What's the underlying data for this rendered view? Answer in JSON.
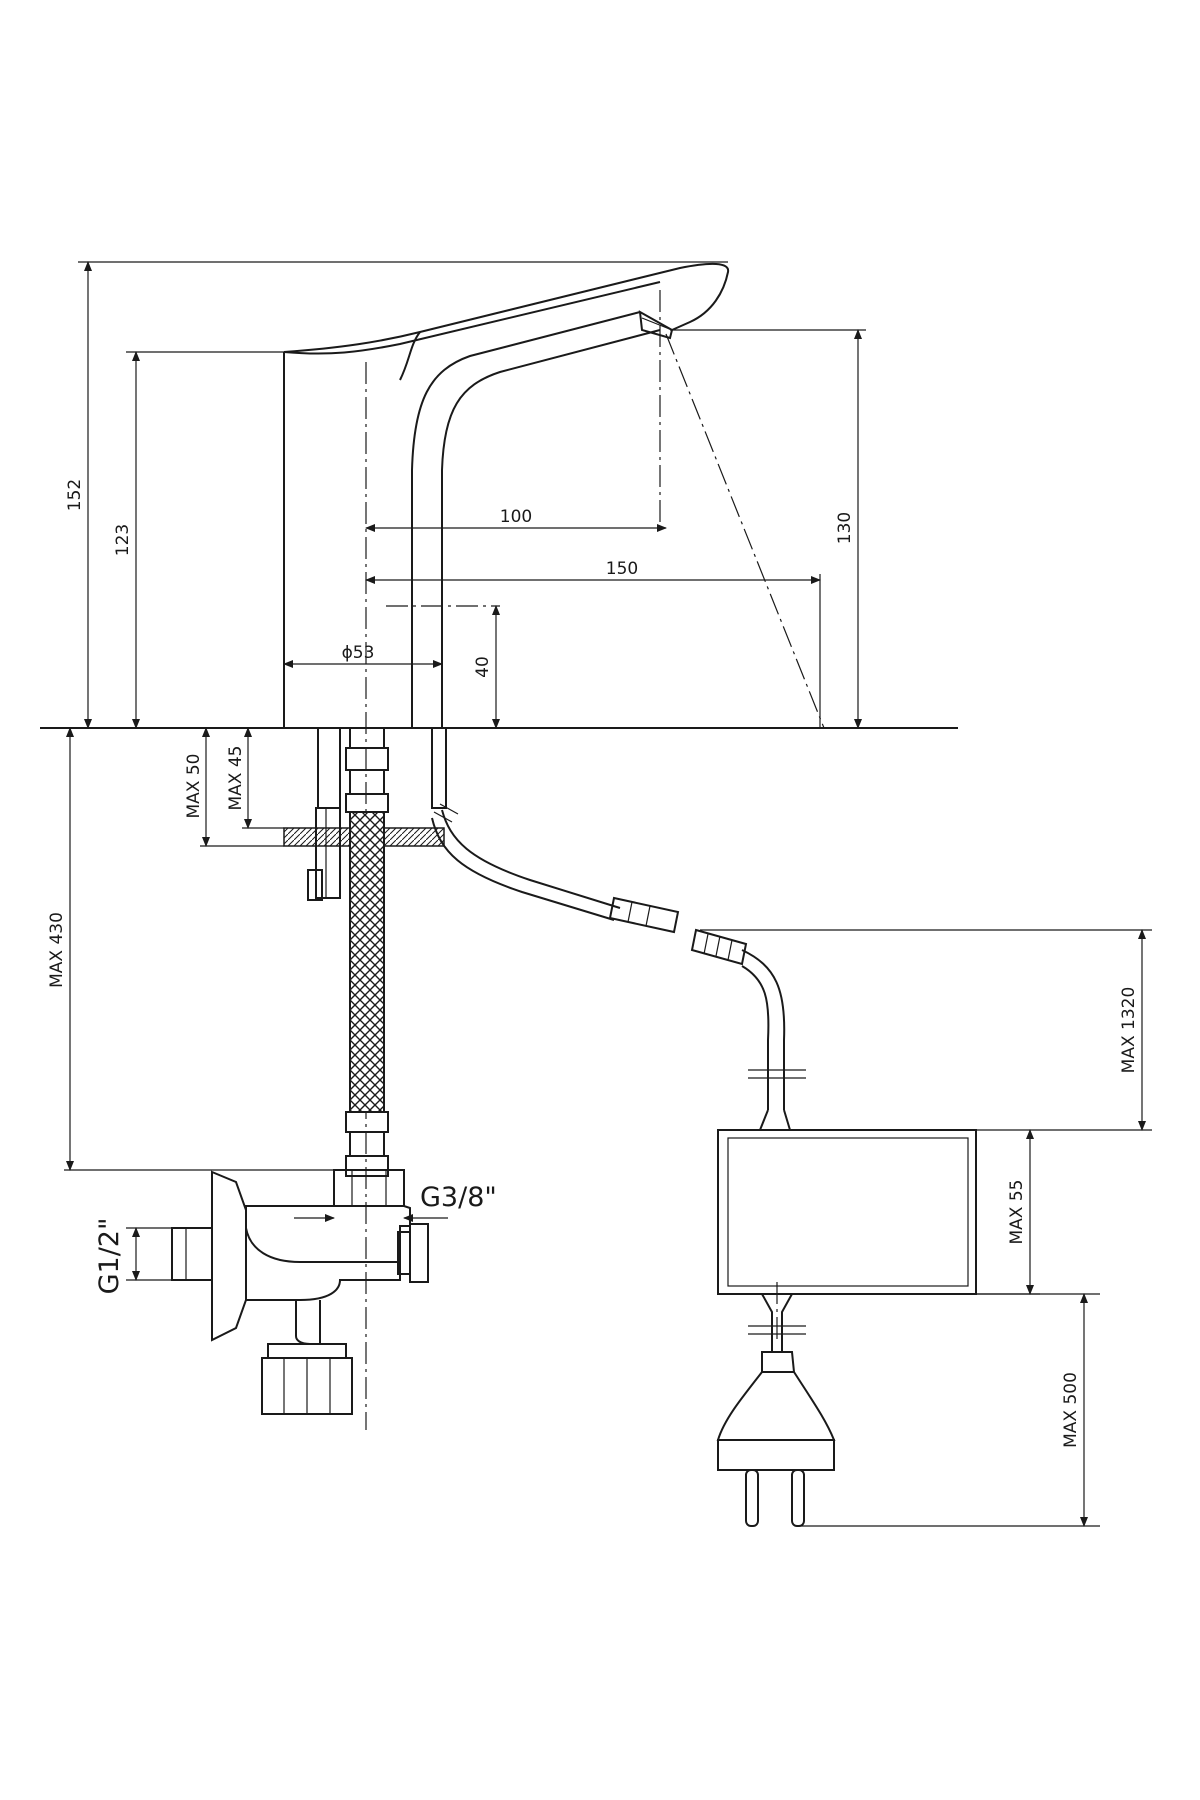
{
  "dimensions": {
    "height_total": "152",
    "height_body": "123",
    "reach_100": "100",
    "reach_150": "150",
    "sensor_height": "130",
    "clearance_40": "40",
    "diameter": "ϕ53",
    "max50": "MAX 50",
    "max45": "MAX 45",
    "max430": "MAX 430",
    "max1320": "MAX 1320",
    "max55": "MAX 55",
    "max500": "MAX 500",
    "thread_inlet": "G1/2\"",
    "thread_hose": "G3/8\""
  },
  "colors": {
    "line": "#1a1a1a",
    "background": "#ffffff",
    "hatch": "#888888"
  }
}
